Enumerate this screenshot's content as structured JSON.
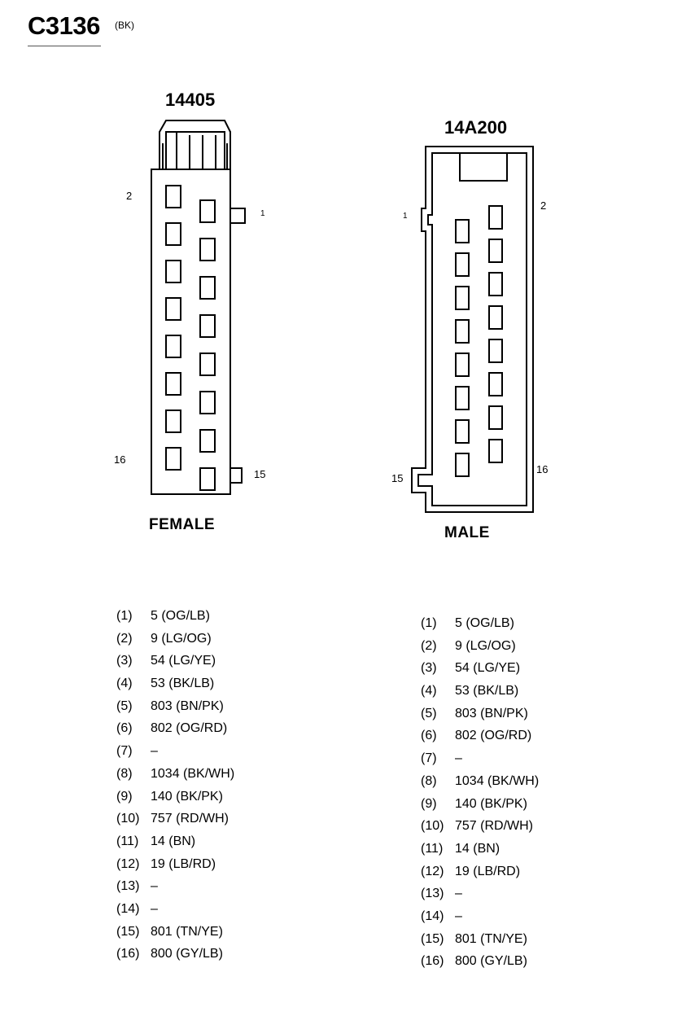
{
  "connector": {
    "id": "C3136",
    "color": "(BK)"
  },
  "female": {
    "part_number": "14405",
    "caption": "FEMALE",
    "pin_labels": {
      "top_left": "2",
      "top_right": "1",
      "bottom_left": "16",
      "bottom_right": "15"
    },
    "pins": [
      {
        "pin": "(1)",
        "circuit": "5 (OG/LB)"
      },
      {
        "pin": "(2)",
        "circuit": "9 (LG/OG)"
      },
      {
        "pin": "(3)",
        "circuit": "54 (LG/YE)"
      },
      {
        "pin": "(4)",
        "circuit": "53 (BK/LB)"
      },
      {
        "pin": "(5)",
        "circuit": "803 (BN/PK)"
      },
      {
        "pin": "(6)",
        "circuit": "802 (OG/RD)"
      },
      {
        "pin": "(7)",
        "circuit": "–"
      },
      {
        "pin": "(8)",
        "circuit": "1034 (BK/WH)"
      },
      {
        "pin": "(9)",
        "circuit": "140 (BK/PK)"
      },
      {
        "pin": "(10)",
        "circuit": "757 (RD/WH)"
      },
      {
        "pin": "(11)",
        "circuit": "14 (BN)"
      },
      {
        "pin": "(12)",
        "circuit": "19 (LB/RD)"
      },
      {
        "pin": "(13)",
        "circuit": "–"
      },
      {
        "pin": "(14)",
        "circuit": "–"
      },
      {
        "pin": "(15)",
        "circuit": "801 (TN/YE)"
      },
      {
        "pin": "(16)",
        "circuit": "800 (GY/LB)"
      }
    ]
  },
  "male": {
    "part_number": "14A200",
    "caption": "MALE",
    "pin_labels": {
      "top_left": "1",
      "top_right": "2",
      "bottom_left": "15",
      "bottom_right": "16"
    },
    "pins": [
      {
        "pin": "(1)",
        "circuit": "5 (OG/LB)"
      },
      {
        "pin": "(2)",
        "circuit": "9 (LG/OG)"
      },
      {
        "pin": "(3)",
        "circuit": "54 (LG/YE)"
      },
      {
        "pin": "(4)",
        "circuit": "53 (BK/LB)"
      },
      {
        "pin": "(5)",
        "circuit": "803 (BN/PK)"
      },
      {
        "pin": "(6)",
        "circuit": "802 (OG/RD)"
      },
      {
        "pin": "(7)",
        "circuit": "–"
      },
      {
        "pin": "(8)",
        "circuit": "1034 (BK/WH)"
      },
      {
        "pin": "(9)",
        "circuit": "140 (BK/PK)"
      },
      {
        "pin": "(10)",
        "circuit": "757 (RD/WH)"
      },
      {
        "pin": "(11)",
        "circuit": "14 (BN)"
      },
      {
        "pin": "(12)",
        "circuit": "19 (LB/RD)"
      },
      {
        "pin": "(13)",
        "circuit": "–"
      },
      {
        "pin": "(14)",
        "circuit": "–"
      },
      {
        "pin": "(15)",
        "circuit": "801 (TN/YE)"
      },
      {
        "pin": "(16)",
        "circuit": "800 (GY/LB)"
      }
    ]
  }
}
